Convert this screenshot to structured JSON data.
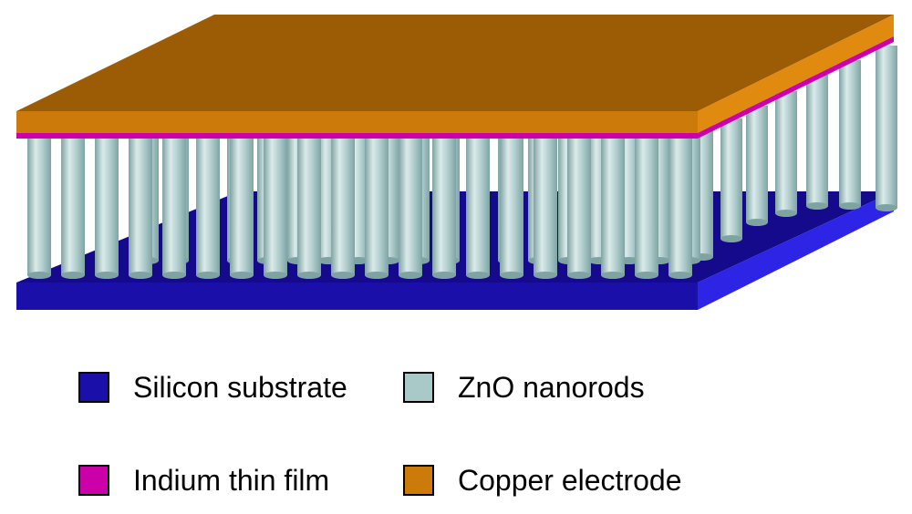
{
  "colors": {
    "silicon_substrate": "#1a0fa8",
    "silicon_top": "#150a8c",
    "silicon_side": "#2d24e6",
    "zno_nanorods": "#a9c8c8",
    "zno_highlight": "#dbeaea",
    "zno_shadow": "#7fa3a3",
    "indium_thin_film": "#cc00a8",
    "copper_top": "#9b5c05",
    "copper_front": "#cc7a0a",
    "copper_side": "#e08a10"
  },
  "legend": [
    {
      "key": "silicon-substrate",
      "label": "Silicon substrate",
      "color": "#1a0fa8"
    },
    {
      "key": "zno-nanorods",
      "label": "ZnO nanorods",
      "color": "#a9c8c8"
    },
    {
      "key": "indium-thin-film",
      "label": "Indium thin film",
      "color": "#cc00a8"
    },
    {
      "key": "copper-electrode",
      "label": "Copper electrode",
      "color": "#cc7a0a"
    }
  ]
}
